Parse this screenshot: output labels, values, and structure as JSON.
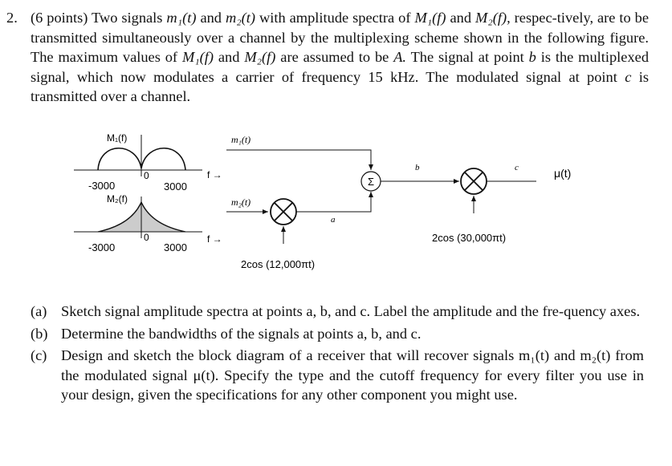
{
  "problem": {
    "number": "2.",
    "points": "(6 points)",
    "s1": "Two signals",
    "m1t": "m₁(t)",
    "and1": "and",
    "m2t": "m₂(t)",
    "s2": "with amplitude spectra of",
    "M1f": "M₁(f)",
    "and2": "and",
    "M2f": "M₂(f),",
    "s3": "respec-tively, are to be transmitted simultaneously over a channel by the multiplexing scheme shown in the following figure. The maximum values of",
    "M1f_b": "M₁(f)",
    "and3": "and",
    "M2f_b": "M₂(f)",
    "s4": "are assumed to be",
    "A": "A.",
    "s5": "The signal at point",
    "b": "b",
    "s6": "is the multiplexed signal, which now modulates a carrier of frequency 15 kHz. The modulated signal at point",
    "c": "c",
    "s7": "is transmitted over a channel."
  },
  "figure": {
    "spec1_label": "M₁(f)",
    "spec2_label": "M₂(f)",
    "m1_left": "-3000",
    "m1_zero": "0",
    "m1_right": "3000",
    "m2_left": "-3000",
    "m2_zero": "0",
    "m2_right": "3000",
    "f_arrow1": "f →",
    "f_arrow2": "f →",
    "m1t": "m₁(t)",
    "m2t": "m₂(t)",
    "sigma": "Σ",
    "point_a": "a",
    "point_b": "b",
    "point_c": "c",
    "mu": "μ(t)",
    "carrier1": "2cos (12,000πt)",
    "carrier2": "2cos (30,000πt)"
  },
  "parts": [
    {
      "label": "(a)",
      "text": "Sketch signal amplitude spectra at points a, b, and c. Label the amplitude and the fre-quency axes."
    },
    {
      "label": "(b)",
      "text": "Determine the bandwidths of the signals at points a, b, and c."
    },
    {
      "label": "(c)",
      "text": "Design and sketch the block diagram of a receiver that will recover signals m₁(t) and m₂(t) from the modulated signal μ(t). Specify the type and the cutoff frequency for every filter you use in your design, given the specifications for any other component you might use."
    }
  ]
}
